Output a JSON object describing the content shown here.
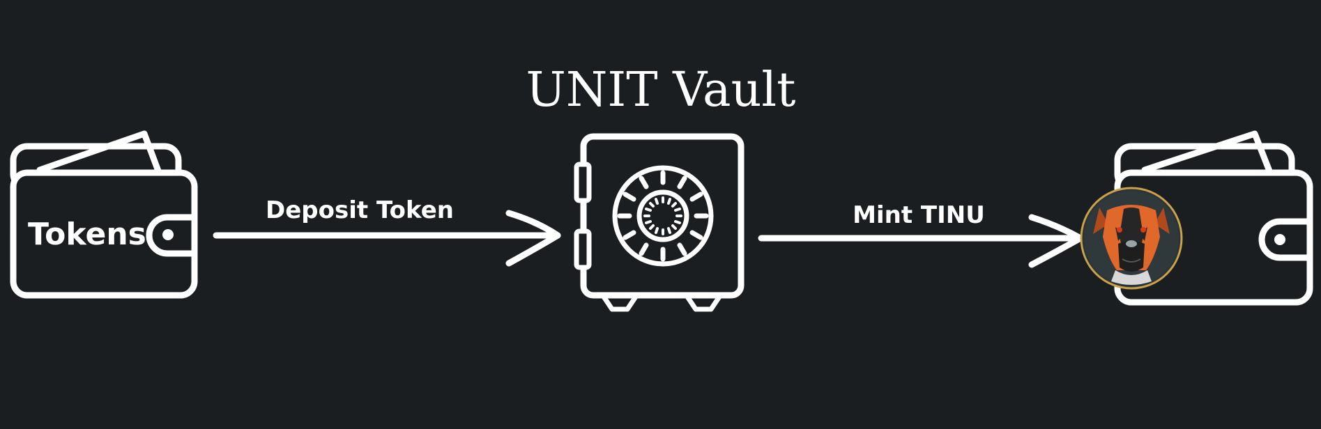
{
  "diagram": {
    "title": "UNIT Vault",
    "source_wallet_label": "Tokens",
    "deposit_label": "Deposit Token",
    "mint_label": "Mint TINU"
  },
  "icons": {
    "source": "wallet-icon",
    "vault": "safe-icon",
    "destination": "wallet-icon",
    "token": "dog-coin-icon"
  },
  "colors": {
    "background": "#1b1e20",
    "foreground": "#ffffff",
    "coin_ring": "#c9a24a",
    "dog_fur": "#e0682a"
  }
}
